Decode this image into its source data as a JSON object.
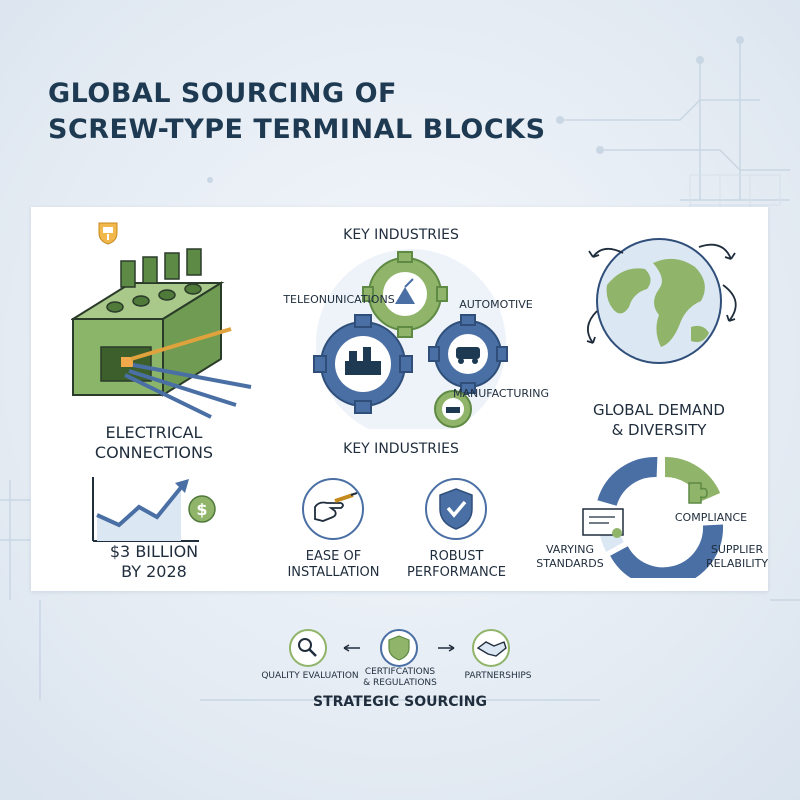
{
  "title": {
    "line1": "GLOBAL SOURCING OF",
    "line2": "SCREW-TYPE TERMINAL BLOCKS"
  },
  "left": {
    "electrical_label_1": "ELECTRICAL",
    "electrical_label_2": "CONNECTIONS",
    "market_label_1": "$3 BILLION",
    "market_label_2": "BY 2028",
    "dollar_symbol": "$"
  },
  "center": {
    "heading_top": "KEY INDUSTRIES",
    "heading_bottom": "KEY INDUSTRIES",
    "industries": {
      "telecom": "TELEONUNICATIONS",
      "automotive": "AUTOMOTIVE",
      "manufacturing": "MANUFACTURING"
    },
    "ease_1": "EASE OF",
    "ease_2": "INSTALLATION",
    "robust_1": "ROBUST",
    "robust_2": "PERFORMANCE"
  },
  "right": {
    "demand_1": "GLOBAL DEMAND",
    "demand_2": "& DIVERSITY",
    "compliance": "COMPLIANCE",
    "varying_1": "VARYING",
    "varying_2": "STANDARDS",
    "supplier_1": "SUPPLIER",
    "supplier_2": "RELABILITY"
  },
  "bottom": {
    "quality": "QUALITY EVALUATION",
    "cert_1": "CERTIFCATIONS",
    "cert_2": "& REGULATIONS",
    "partnerships": "PARTNERSHIPS",
    "strategic": "STRATEGIC SOURCING"
  },
  "icons": {
    "terminal_block": "terminal-block-icon",
    "growth_chart": "growth-chart-icon",
    "gears": "gears-icon",
    "globe": "globe-icon",
    "donut": "donut-ring-icon",
    "hand": "hand-screwdriver-icon",
    "shield": "shield-check-icon",
    "magnifier": "magnifier-icon",
    "certificate_shield": "certificate-shield-icon",
    "handshake": "handshake-icon"
  },
  "colors": {
    "navy": "#1e3a52",
    "blue": "#4a6fa5",
    "green": "#8fb46a",
    "light_blue": "#dbe7f3"
  }
}
